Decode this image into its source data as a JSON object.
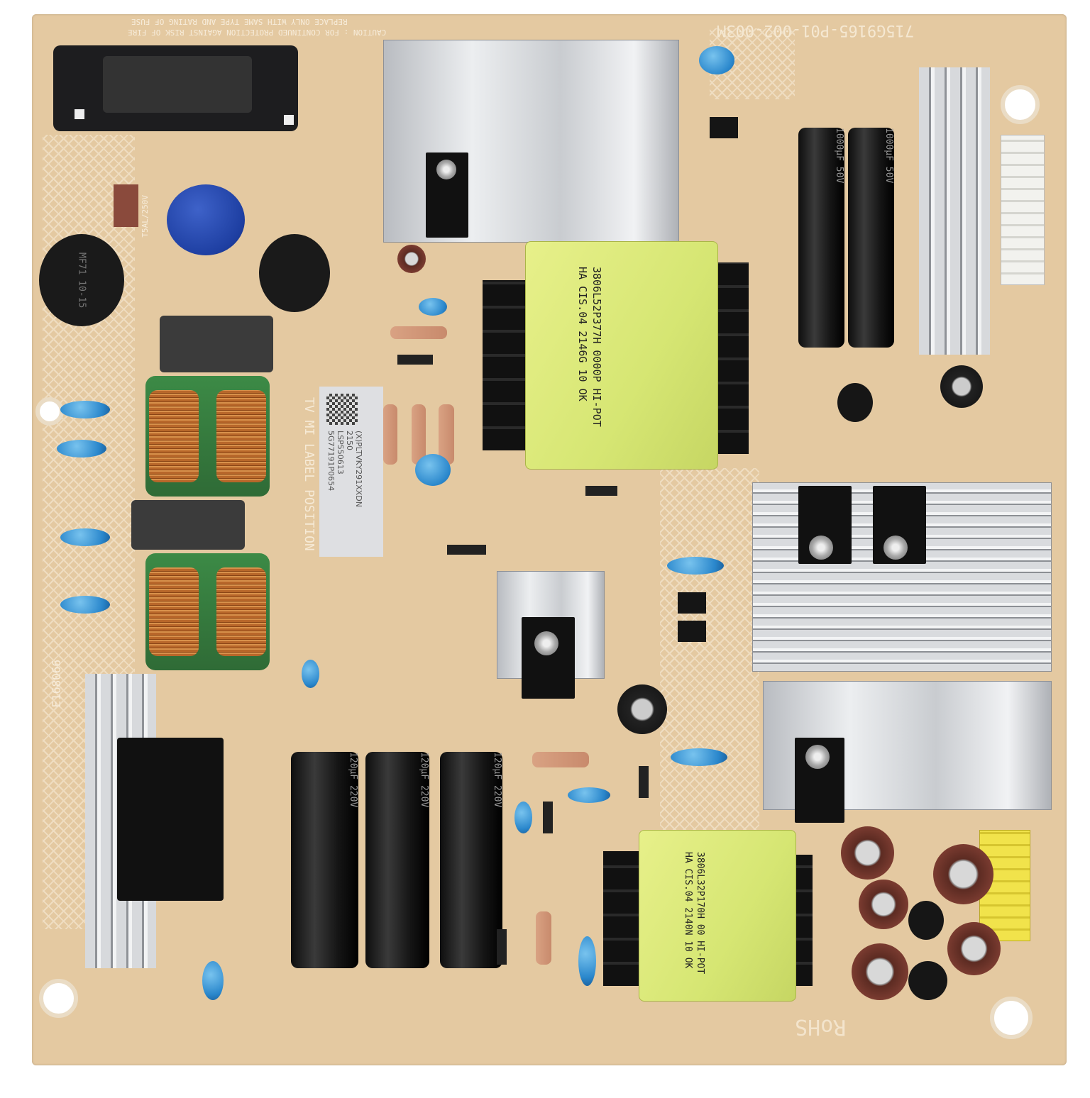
{
  "board": {
    "part_number": "715G9165-P01-002-003M",
    "caution_line1": "CAUTION : FOR CONTINUED PROTECTION AGAINST RISK OF FIRE",
    "caution_line2": "REPLACE ONLY WITH SAME TYPE AND RATING OF FUSE",
    "fuse_rating": "T5AL/250V",
    "ul_mark": "E168066",
    "rohs": "RoHS",
    "label_position": "TV MI LABEL POSITION"
  },
  "label": {
    "line1": "(X)PLTVKY291XXDN",
    "line2": "2150",
    "line3": "LSP550613",
    "line4": "5G77191P0654"
  },
  "transformer_main": {
    "line1": "3806L52P377H  0000P  HI-POT",
    "line2": "HA  CIS.04  2146G  10  OK"
  },
  "transformer_standby": {
    "line1": "3806L32P170H  00  HI-POT",
    "line2": "HA  CIS.04  2140N  10  OK"
  },
  "capacitors": {
    "output_cap": "1000µF 50V",
    "bulk_cap": "120µF 220V",
    "ntc": "MF71 10-15"
  },
  "colors": {
    "pcb": "#e4c9a1",
    "transformer": "#d6e673",
    "heatsink": "#c9ccd0",
    "y_capacitor": "#2a87cc"
  }
}
